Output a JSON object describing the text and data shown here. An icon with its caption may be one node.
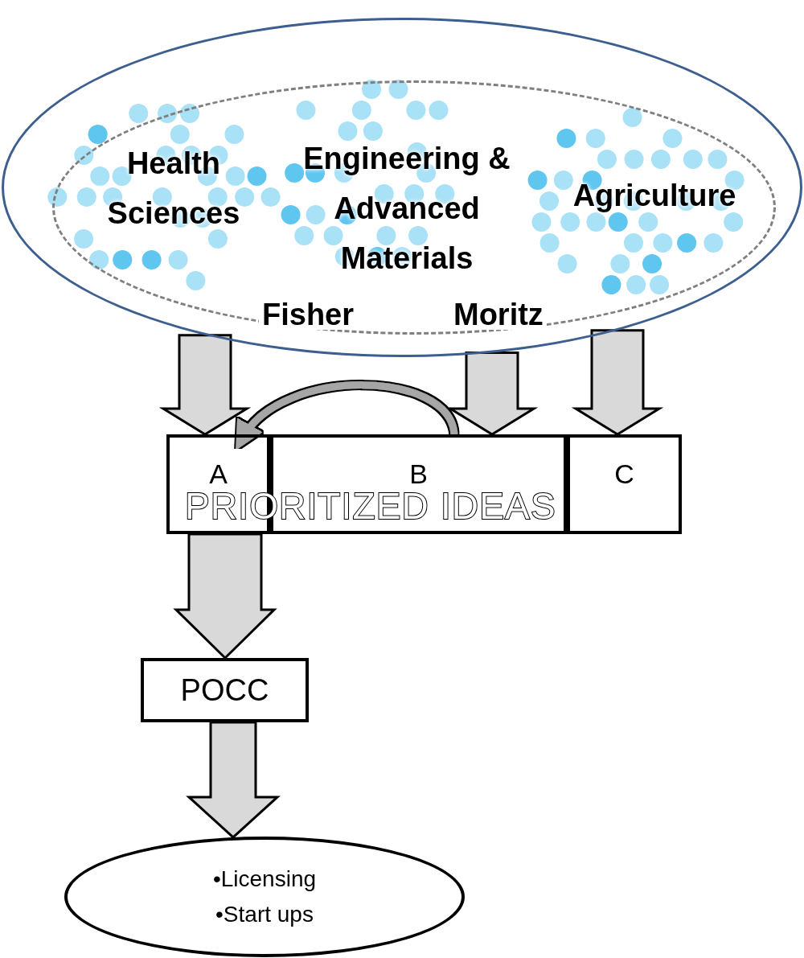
{
  "diagram": {
    "nodes": [
      {
        "text": [],
        "shape": "ellipse"
      },
      {
        "text": [],
        "shape": "ellipse",
        "in": 0
      },
      {
        "text": [
          "Health Sciences"
        ],
        "in": 1
      },
      {
        "text": [
          "Engineering & Advanced Materials"
        ],
        "in": 1
      },
      {
        "text": [
          "Agriculture"
        ],
        "in": 1
      },
      {
        "text": [
          "A"
        ]
      },
      {
        "text": [
          "B"
        ]
      },
      {
        "text": [
          "C"
        ]
      },
      {
        "text": [
          "POCC"
        ]
      },
      {
        "text": [
          "•Licensing",
          "•Start ups"
        ]
      }
    ],
    "edges": [
      {
        "from": 0,
        "to": 5,
        "arrow": "to"
      },
      {
        "from": 0,
        "to": 6,
        "arrow": "to"
      },
      {
        "from": 0,
        "to": 7,
        "arrow": "to"
      },
      {
        "from": 6,
        "to": 5,
        "arrow": "to"
      },
      {
        "from": 5,
        "to": 8,
        "arrow": "to"
      },
      {
        "from": 8,
        "to": 9,
        "arrow": "to"
      }
    ],
    "labels": [
      "Fisher",
      "Moritz",
      "PRIORITIZED IDEAS"
    ]
  }
}
